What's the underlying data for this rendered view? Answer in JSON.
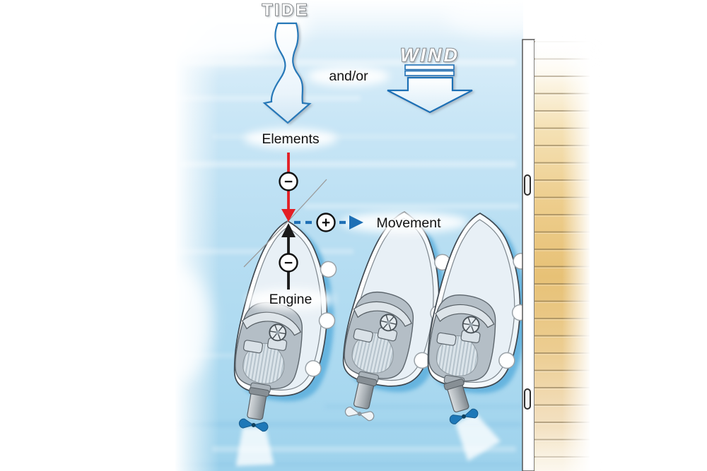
{
  "diagram": {
    "type": "boat-docking-forces-illustration",
    "title_labels": {
      "tide": "TIDE",
      "wind": "WIND",
      "and_or": "and/or"
    },
    "flow_labels": {
      "elements": "Elements",
      "engine": "Engine",
      "movement": "Movement"
    },
    "badges": {
      "elements_effect": "−",
      "engine_effect": "−",
      "movement_effect": "+"
    },
    "icons": {
      "tide_arrow": "wavy-down-arrow",
      "wind_arrow": "block-down-arrow",
      "elements_arrow": "red-down-arrow",
      "engine_arrow": "black-up-arrow",
      "movement_arrow": "blue-dashed-right-arrow",
      "badge_minus": "minus-in-circle",
      "badge_plus": "plus-in-circle"
    },
    "scene": {
      "boat_count": 3,
      "fenders_per_boat": 3,
      "dock_cleat_count": 2,
      "propellers": [
        "blue-active",
        "white-idle",
        "blue-active-steered"
      ]
    },
    "colors": {
      "water_top": "#e6f3fb",
      "water_bottom": "#9dd2ec",
      "outline_blue": "#1e6fb5",
      "elements_red": "#e31e24",
      "engine_black": "#1a1a1a",
      "dock_plank": "#e8c278",
      "boat_shadow": "#5fb0dd",
      "propeller_blue": "#1e78b8"
    }
  }
}
